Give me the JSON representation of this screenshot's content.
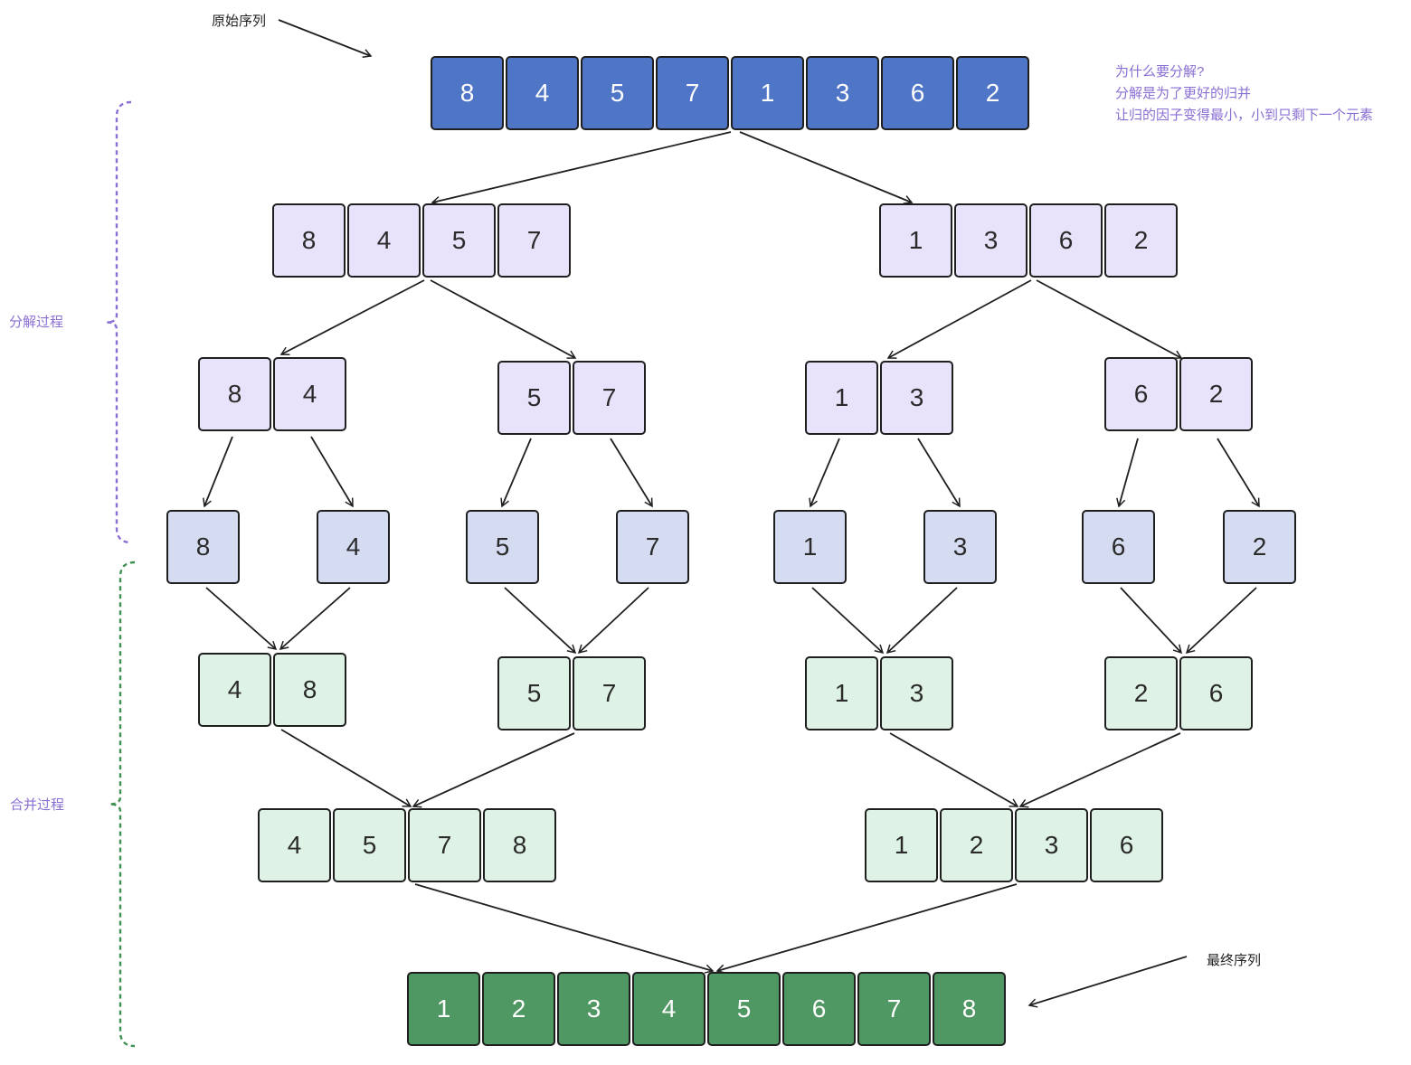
{
  "labels": {
    "original": "原始序列",
    "final": "最终序列",
    "split_phase": "分解过程",
    "merge_phase": "合并过程",
    "note": [
      "为什么要分解?",
      "分解是为了更好的归并",
      "让归的因子变得最小，小到只剩下一个元素"
    ]
  },
  "colors": {
    "original_fill": "#4f75c6",
    "split_fill": "#e8e2fb",
    "leaf_fill": "#d5dcf2",
    "merge_fill": "#def3e5",
    "final_fill": "#4f9763",
    "split_brace": "#8a6fd3",
    "merge_brace": "#3f9153",
    "note_text": "#8a6fd3",
    "label_text": "#222222"
  },
  "rows": {
    "original": [
      [
        8,
        4,
        5,
        7,
        1,
        3,
        6,
        2
      ]
    ],
    "split_1": [
      [
        8,
        4,
        5,
        7
      ],
      [
        1,
        3,
        6,
        2
      ]
    ],
    "split_2": [
      [
        8,
        4
      ],
      [
        5,
        7
      ],
      [
        1,
        3
      ],
      [
        6,
        2
      ]
    ],
    "leaves": [
      [
        8
      ],
      [
        4
      ],
      [
        5
      ],
      [
        7
      ],
      [
        1
      ],
      [
        3
      ],
      [
        6
      ],
      [
        2
      ]
    ],
    "merge_1": [
      [
        4,
        8
      ],
      [
        5,
        7
      ],
      [
        1,
        3
      ],
      [
        2,
        6
      ]
    ],
    "merge_2": [
      [
        4,
        5,
        7,
        8
      ],
      [
        1,
        2,
        3,
        6
      ]
    ],
    "final": [
      [
        1,
        2,
        3,
        4,
        5,
        6,
        7,
        8
      ]
    ]
  }
}
